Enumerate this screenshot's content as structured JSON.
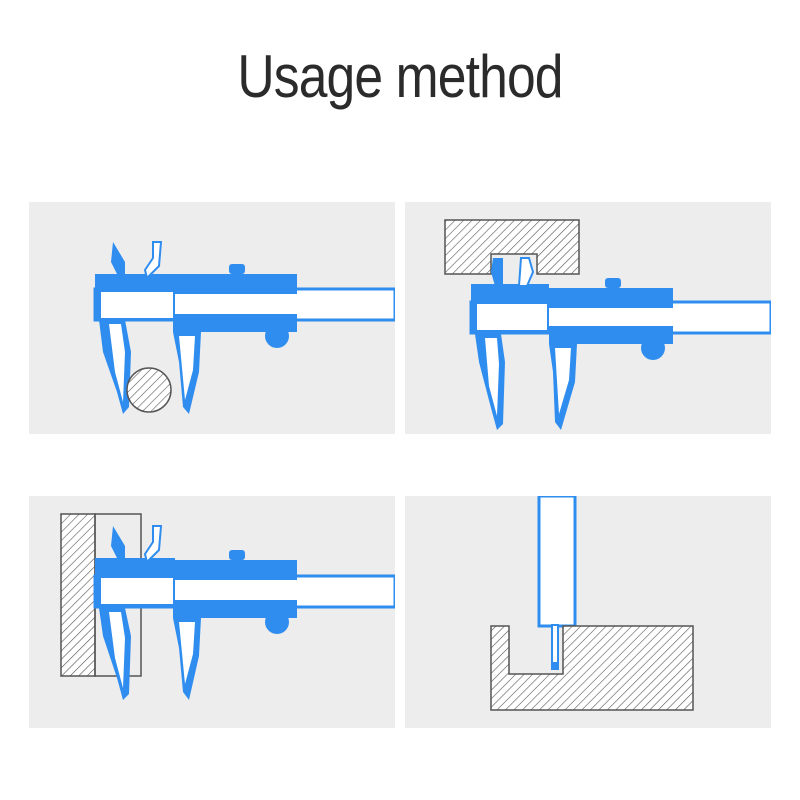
{
  "header": {
    "title": "Usage method"
  },
  "panels": [
    {
      "kind": "outer-diameter"
    },
    {
      "kind": "inner-diameter"
    },
    {
      "kind": "step"
    },
    {
      "kind": "depth"
    }
  ],
  "colors": {
    "caliper": "#2f8df0",
    "caliper_light": "#ffffff",
    "hatch": "#555555",
    "panel_bg": "#ededed"
  }
}
